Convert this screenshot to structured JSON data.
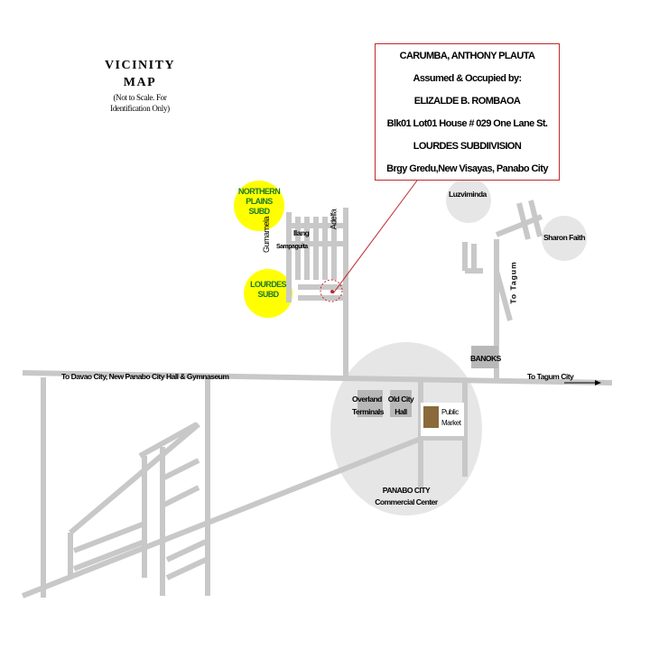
{
  "title": {
    "line1": "VICINITY",
    "line2": "MAP",
    "note1": "(Not to Scale. For",
    "note2": "Identification Only)"
  },
  "info_box": {
    "owner": "CARUMBA, ANTHONY PLAUTA",
    "assumed_label": "Assumed & Occupied by:",
    "occupant": "ELIZALDE B. ROMBAOA",
    "address": "Blk01 Lot01 House # 029 One Lane St.",
    "subdivision": "LOURDES SUBDIIVISION",
    "location": "Brgy Gredu,New Visayas, Panabo City"
  },
  "labels": {
    "northern1": "NORTHERN",
    "northern2": "PLAINS",
    "northern3": "SUBD",
    "lourdes1": "LOURDES",
    "lourdes2": "SUBD",
    "gumamela": "Gumamela",
    "adelfa": "Adelfa",
    "ilang": "Ilang",
    "sampaguita": "Sampaguita",
    "luzviminda": "Luzviminda",
    "sharon": "Sharon Faith",
    "to_tagum_vert": "To Tagum",
    "banoks": "BANOKS",
    "to_davao": "To Davao City, New Panabo City Hall & Gymnaseum",
    "to_tagum_city": "To Tagum City",
    "overland1": "Overland",
    "overland2": "Terminals",
    "oldcity1": "Old City",
    "oldcity2": "Hall",
    "market1": "Public",
    "market2": "Market",
    "panabo1": "PANABO CITY",
    "panabo2": "Commercial Center"
  },
  "colors": {
    "road": "#c8c8c8",
    "subd": "#ffff00",
    "accent": "#c0282d"
  }
}
